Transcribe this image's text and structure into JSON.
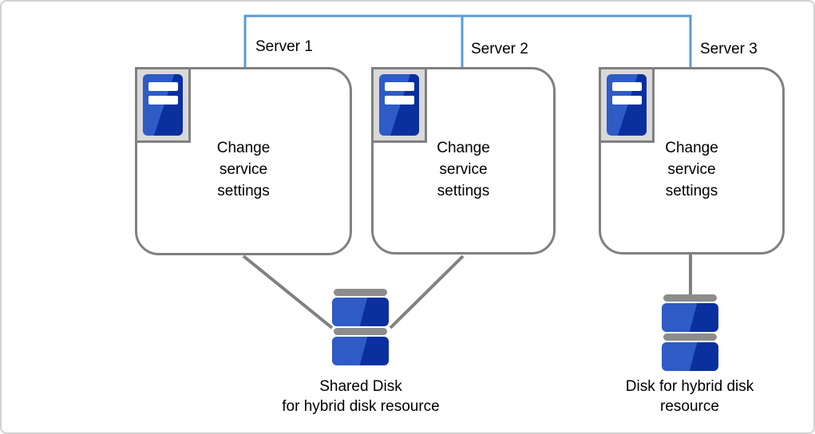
{
  "colors": {
    "connector_blue": "#5B9BD5",
    "line_gray": "#808080",
    "holder_gray_fill": "#D9D9D9",
    "disk_cap_gray": "#8C8C8C",
    "icon_blue_light": "#2E5BC6",
    "icon_blue_dark": "#0A2F9F",
    "canvas_border": "#D2D2D2",
    "text_color": "#000000"
  },
  "icons": {
    "server": "server-tower-icon",
    "disk": "disk-stack-icon"
  },
  "servers": [
    {
      "label": "Server 1",
      "box_text": "Change\nservice\nsettings"
    },
    {
      "label": "Server 2",
      "box_text": "Change\nservice\nsettings"
    },
    {
      "label": "Server 3",
      "box_text": "Change\nservice\nsettings"
    }
  ],
  "disks": {
    "shared": {
      "label": "Shared Disk\nfor hybrid disk resource"
    },
    "hybrid": {
      "label": "Disk for hybrid disk\nresource"
    }
  }
}
